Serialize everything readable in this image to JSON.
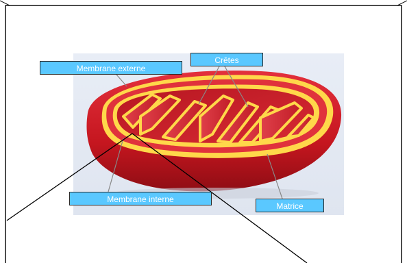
{
  "labels": {
    "outer_membrane": "Membrane externe",
    "cristae": "Crêtes",
    "inner_membrane": "Membrane interne",
    "matrix": "Matrice"
  },
  "colors": {
    "label_fill": "#5ac8ff",
    "membrane_red": "#d81e2e",
    "membrane_yellow": "#ffd84a",
    "background_panel": "#e4eaf4"
  }
}
